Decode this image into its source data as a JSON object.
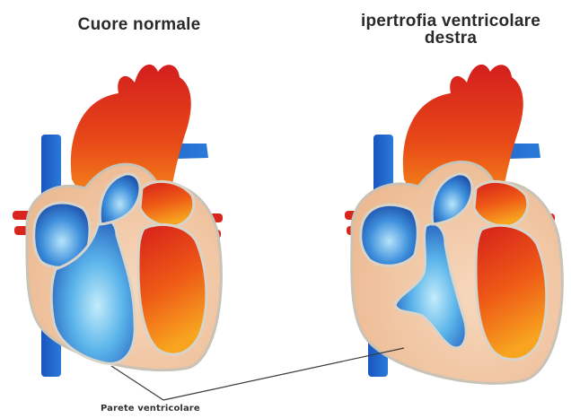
{
  "figure": {
    "left_heart": {
      "title": "Cuore normale"
    },
    "right_heart": {
      "title_line1": "ipertrofia ventricolare",
      "title_line2": "destra"
    },
    "leader_label": "Parete ventricolare"
  },
  "colors": {
    "aorta_red": "#d8261c",
    "aorta_orange": "#f06a16",
    "vein_blue": "#1f63c8",
    "chamber_light_blue": "#7fc9f2",
    "muscle_tan": "#f3c8a4",
    "outline_grey": "#c9c2b6"
  }
}
